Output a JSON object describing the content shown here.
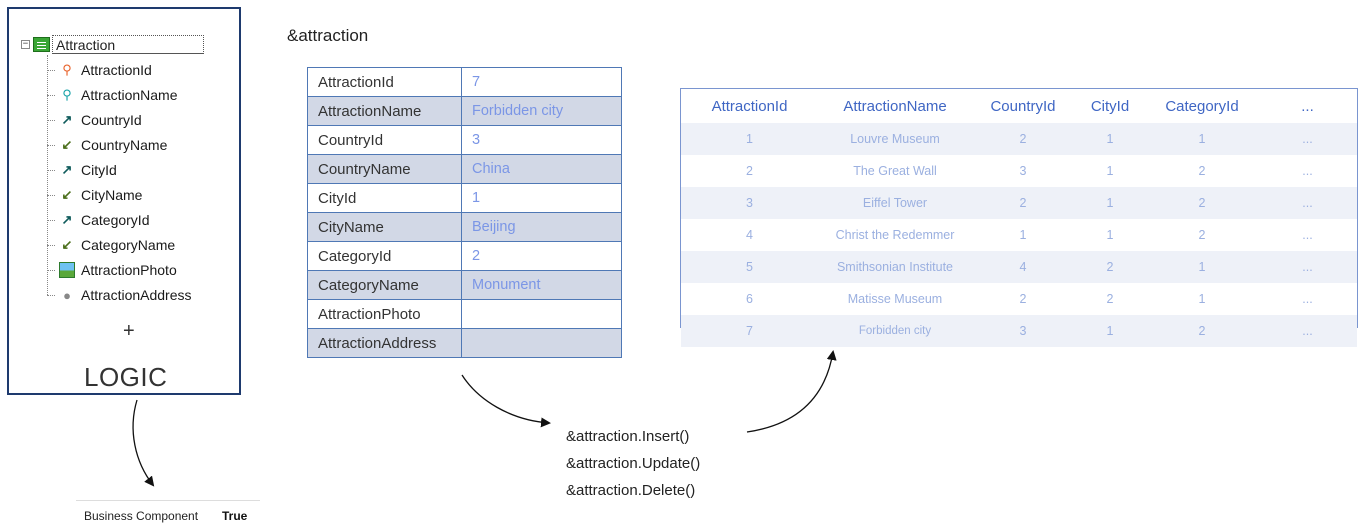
{
  "transaction": {
    "name": "Attraction",
    "attributes": [
      {
        "name": "AttractionId",
        "icon": "key-icon"
      },
      {
        "name": "AttractionName",
        "icon": "search-icon"
      },
      {
        "name": "CountryId",
        "icon": "arrow-up-right-icon"
      },
      {
        "name": "CountryName",
        "icon": "arrow-down-left-icon"
      },
      {
        "name": "CityId",
        "icon": "arrow-up-right-icon"
      },
      {
        "name": "CityName",
        "icon": "arrow-down-left-icon"
      },
      {
        "name": "CategoryId",
        "icon": "arrow-up-right-icon"
      },
      {
        "name": "CategoryName",
        "icon": "arrow-down-left-icon"
      },
      {
        "name": "AttractionPhoto",
        "icon": "image-icon"
      },
      {
        "name": "AttractionAddress",
        "icon": "dot-icon"
      }
    ],
    "plus": "+",
    "logic": "LOGIC"
  },
  "property": {
    "name": "Business Component",
    "value": "True"
  },
  "variable": {
    "title": "&attraction",
    "rows": [
      {
        "name": "AttractionId",
        "value": "7"
      },
      {
        "name": "AttractionName",
        "value": "Forbidden city"
      },
      {
        "name": "CountryId",
        "value": "3"
      },
      {
        "name": "CountryName",
        "value": "China"
      },
      {
        "name": "CityId",
        "value": "1"
      },
      {
        "name": "CityName",
        "value": "Beijing"
      },
      {
        "name": "CategoryId",
        "value": "2"
      },
      {
        "name": "CategoryName",
        "value": "Monument"
      },
      {
        "name": "AttractionPhoto",
        "value": ""
      },
      {
        "name": "AttractionAddress",
        "value": ""
      }
    ]
  },
  "methods": [
    "&attraction.Insert()",
    "&attraction.Update()",
    "&attraction.Delete()"
  ],
  "db_table": {
    "columns": [
      "AttractionId",
      "AttractionName",
      "CountryId",
      "CityId",
      "CategoryId",
      "..."
    ],
    "rows": [
      [
        "1",
        "Louvre Museum",
        "2",
        "1",
        "1",
        "..."
      ],
      [
        "2",
        "The Great Wall",
        "3",
        "1",
        "2",
        "..."
      ],
      [
        "3",
        "Eiffel Tower",
        "2",
        "1",
        "2",
        "..."
      ],
      [
        "4",
        "Christ the Redemmer",
        "1",
        "1",
        "2",
        "..."
      ],
      [
        "5",
        "Smithsonian Institute",
        "4",
        "2",
        "1",
        "..."
      ],
      [
        "6",
        "Matisse Museum",
        "2",
        "2",
        "1",
        "..."
      ],
      [
        "7",
        "Forbidden city",
        "3",
        "1",
        "2",
        "..."
      ]
    ]
  },
  "colors": {
    "frame": "#1e3a6e",
    "table_border": "#4f78b5",
    "value_text": "#7b96e6",
    "header_text": "#3f66c4"
  }
}
